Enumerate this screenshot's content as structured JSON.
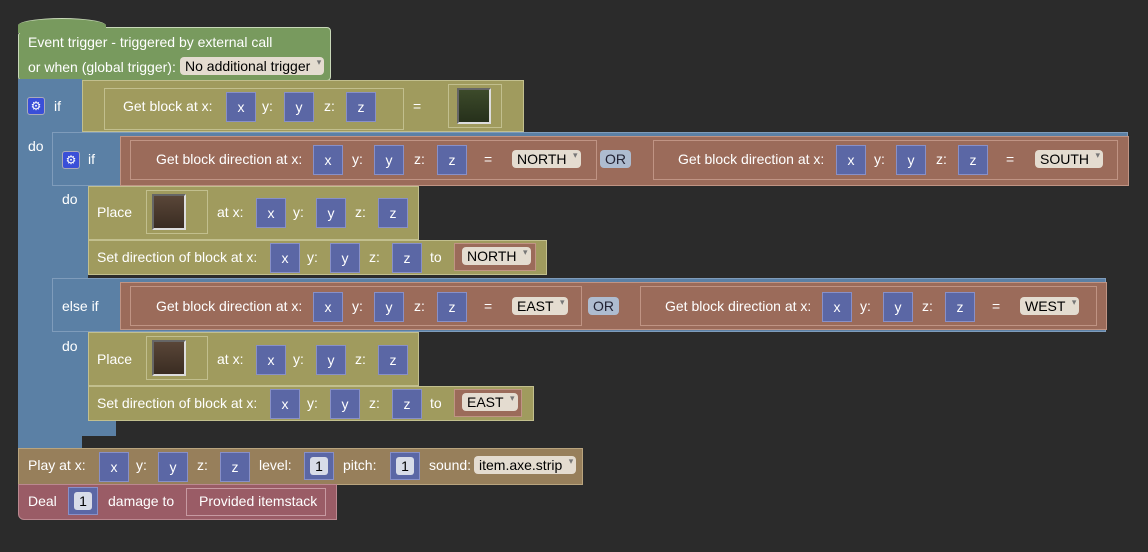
{
  "event": {
    "title": "Event trigger - triggered by external call",
    "global_label": "or when (global trigger):",
    "global_value": "No additional trigger"
  },
  "labels": {
    "if": "if",
    "do": "do",
    "else_if": "else if",
    "get_block": "Get block at x:",
    "get_dir": "Get block direction at x:",
    "y": "y:",
    "z": "z:",
    "eq": "=",
    "or": "OR",
    "place": "Place",
    "at_x": "at x:",
    "set_dir": "Set direction of block at x:",
    "to": "to"
  },
  "vars": {
    "x": "x",
    "y": "y",
    "z": "z"
  },
  "dirs": {
    "north": "NORTH",
    "south": "SOUTH",
    "east": "EAST",
    "west": "WEST"
  },
  "play": {
    "label": "Play at x:",
    "level": "level:",
    "level_value": "1",
    "pitch": "pitch:",
    "pitch_value": "1",
    "sound": "sound:",
    "sound_value": "item.axe.strip"
  },
  "deal": {
    "label": "Deal",
    "amount": "1",
    "damage_to": "damage to",
    "target": "Provided itemstack"
  }
}
